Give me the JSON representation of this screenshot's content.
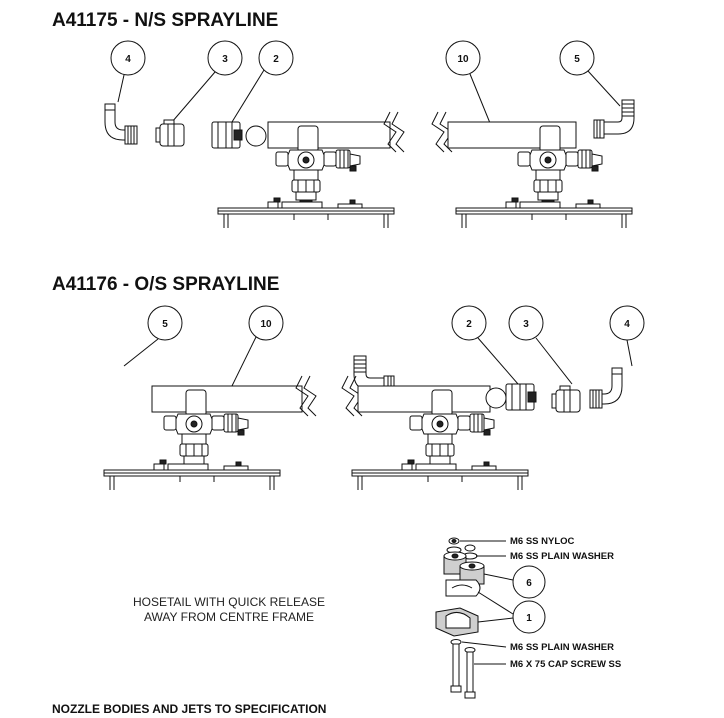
{
  "titles": {
    "ns": "A41175 - N/S SPRAYLINE",
    "os": "A41176 - O/S SPRAYLINE"
  },
  "callouts": {
    "ns": [
      "4",
      "3",
      "2",
      "10",
      "5"
    ],
    "os": [
      "5",
      "10",
      "2",
      "3",
      "4"
    ],
    "clamp": [
      "6",
      "1"
    ]
  },
  "note": {
    "line1": "HOSETAIL WITH QUICK RELEASE",
    "line2": "AWAY FROM CENTRE FRAME"
  },
  "part_labels": {
    "nyloc": "M6 SS NYLOC",
    "washer_top": "M6 SS PLAIN WASHER",
    "washer_bottom": "M6 SS PLAIN WASHER",
    "screw": "M6 X 75 CAP SCREW SS"
  },
  "footer": "NOZZLE BODIES AND JETS TO SPECIFICATION"
}
